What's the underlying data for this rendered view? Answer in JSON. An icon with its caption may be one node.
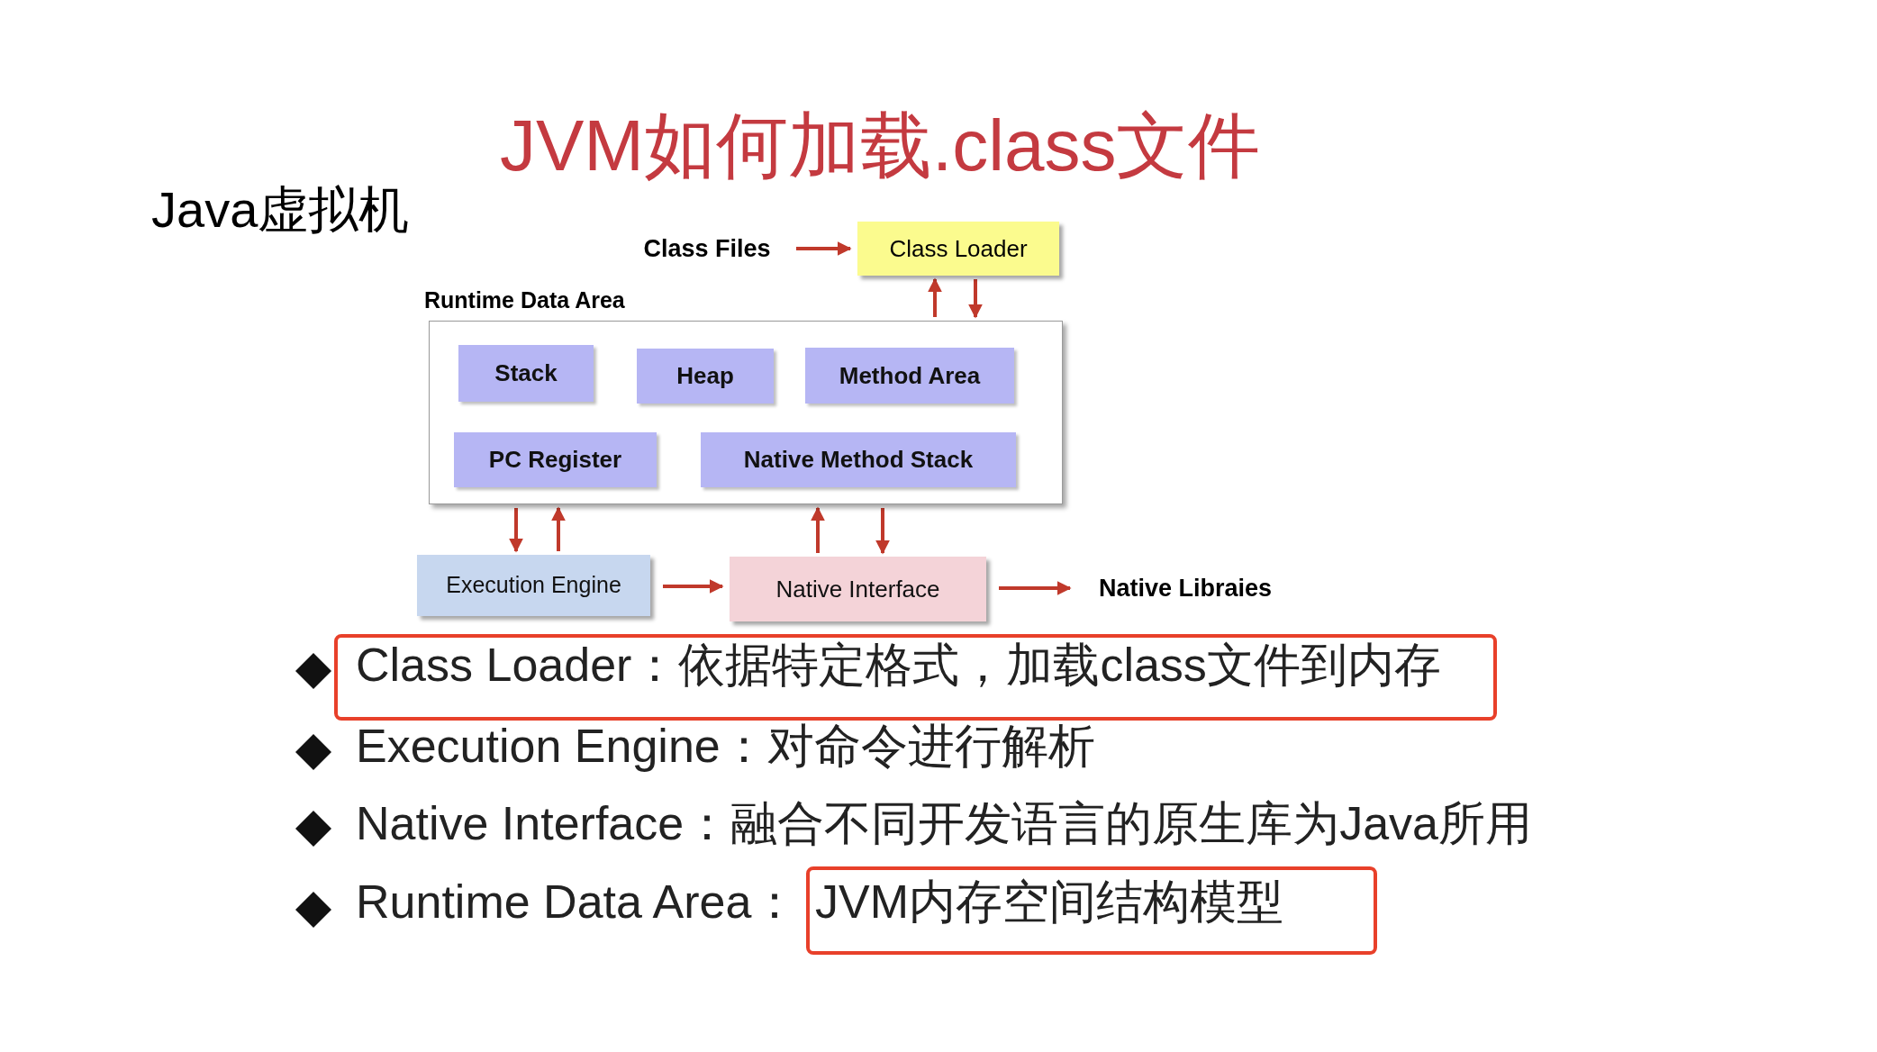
{
  "diagram": {
    "title": "JVM如何加载.class文件",
    "nodes": [
      {
        "text": [
          "Class Files"
        ]
      },
      {
        "text": [
          "Class Loader"
        ]
      },
      {
        "text": [
          "Runtime Data Area"
        ]
      },
      {
        "text": [
          "Stack"
        ],
        "in": 2
      },
      {
        "text": [
          "Heap"
        ],
        "in": 2
      },
      {
        "text": [
          "Method Area"
        ],
        "in": 2
      },
      {
        "text": [
          "PC Register"
        ],
        "in": 2
      },
      {
        "text": [
          "Native Method Stack"
        ],
        "in": 2
      },
      {
        "text": [
          "Execution Engine"
        ]
      },
      {
        "text": [
          "Native Interface"
        ]
      },
      {
        "text": [
          "Native Libraies"
        ]
      }
    ],
    "edges": [
      {
        "from": 0,
        "to": 1,
        "arrow": "to"
      },
      {
        "from": 2,
        "to": 1,
        "arrow": "to"
      },
      {
        "from": 1,
        "to": 2,
        "arrow": "to"
      },
      {
        "from": 2,
        "to": 8,
        "arrow": "to"
      },
      {
        "from": 8,
        "to": 2,
        "arrow": "to"
      },
      {
        "from": 9,
        "to": 2,
        "arrow": "to"
      },
      {
        "from": 2,
        "to": 9,
        "arrow": "to"
      },
      {
        "from": 8,
        "to": 9,
        "arrow": "to"
      },
      {
        "from": 9,
        "to": 10,
        "arrow": "to"
      }
    ],
    "labels": [
      "Java虚拟机",
      "Class Loader：依据特定格式，加载class文件到内存",
      "Execution Engine：对命令进行解析",
      "Native Interface：融合不同开发语言的原生库为Java所用",
      "Runtime Data Area：",
      "JVM内存空间结构模型"
    ]
  }
}
